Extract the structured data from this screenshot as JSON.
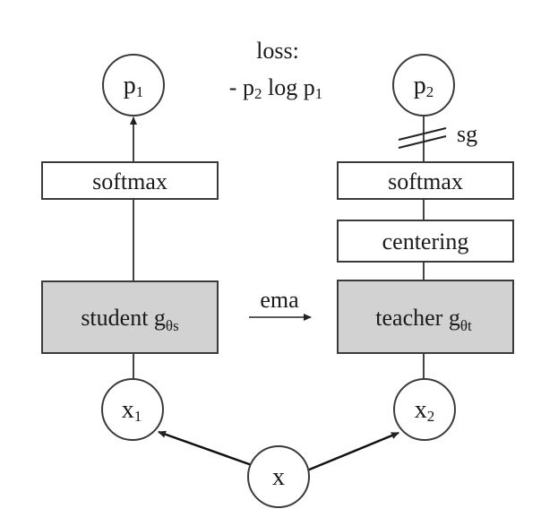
{
  "loss": {
    "label": "loss:",
    "expr_sign": "- p",
    "expr_sub2": "2",
    "expr_log": " log p",
    "expr_sub1": "1"
  },
  "student": {
    "output_base": "p",
    "output_sub": "1",
    "softmax": "softmax",
    "network_label": "student g",
    "network_sub": "θs",
    "input_base": "x",
    "input_sub": "1"
  },
  "teacher": {
    "output_base": "p",
    "output_sub": "2",
    "stop_gradient": "sg",
    "softmax": "softmax",
    "centering": "centering",
    "network_label": "teacher g",
    "network_sub": "θt",
    "input_base": "x",
    "input_sub": "2"
  },
  "ema_label": "ema",
  "source": "x",
  "colors": {
    "network_fill": "#d3d2d3",
    "stroke": "#3a3a3a",
    "background": "#ffffff"
  }
}
